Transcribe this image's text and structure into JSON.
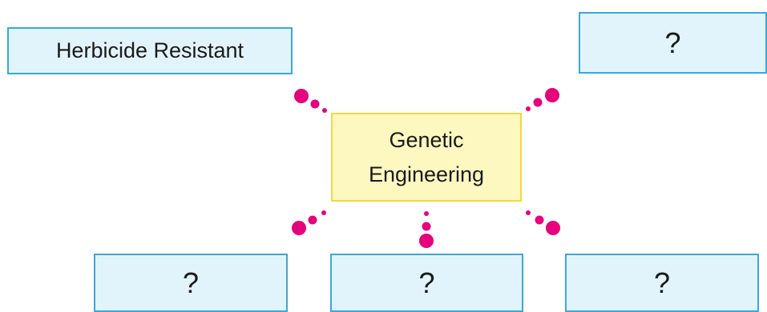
{
  "center": {
    "line1": "Genetic",
    "line2": "Engineering"
  },
  "nodes": {
    "top_left": "Herbicide Resistant",
    "top_right": "?",
    "bottom_left": "?",
    "bottom_center": "?",
    "bottom_right": "?"
  },
  "colors": {
    "center_fill": "#fdf8bf",
    "center_border": "#f2d64b",
    "node_fill": "#e2f4fb",
    "node_border": "#3aa8dc",
    "connector_dots": "#e6007e"
  }
}
